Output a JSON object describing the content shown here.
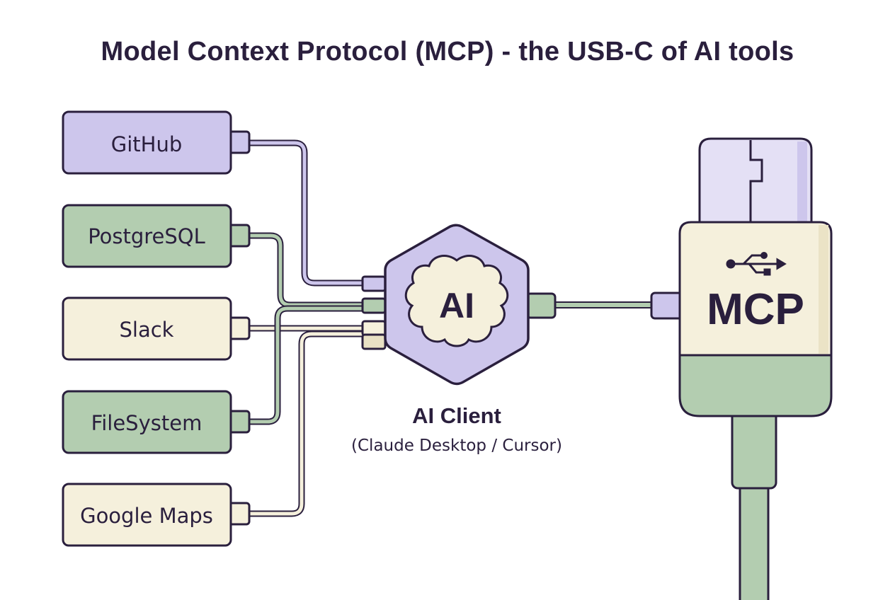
{
  "title": "Model Context Protocol (MCP) - the USB-C of AI tools",
  "tools": [
    {
      "label": "GitHub",
      "color": "#cdc6ec"
    },
    {
      "label": "PostgreSQL",
      "color": "#b3cdb0"
    },
    {
      "label": "Slack",
      "color": "#f5f0dc"
    },
    {
      "label": "FileSystem",
      "color": "#b3cdb0"
    },
    {
      "label": "Google Maps",
      "color": "#f5f0dc"
    }
  ],
  "client": {
    "hex_label": "AI",
    "title": "AI Client",
    "subtitle": "(Claude Desktop / Cursor)"
  },
  "connector": {
    "label": "MCP"
  },
  "colors": {
    "outline": "#2a1f3d",
    "lavender": "#cdc6ec",
    "sage": "#b3cdb0",
    "cream": "#f5f0dc"
  }
}
